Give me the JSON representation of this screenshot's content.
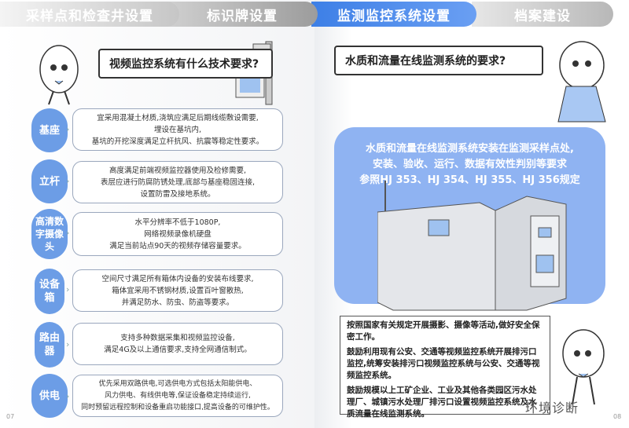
{
  "tabs": [
    "采样点和检查井设置",
    "标识牌设置",
    "监测监控系统设置",
    "档案建设"
  ],
  "active_tab": "监测监控系统设置",
  "left": {
    "question": "视频监控系统有什么技术要求?",
    "items": [
      {
        "label": "基座",
        "lines": [
          "宜采用混凝土材质,浇筑应满足后期线缆敷设需要,",
          "埋设在基坑内,",
          "基坑的开挖深度满足立杆抗风、抗震等稳定性要求。"
        ]
      },
      {
        "label": "立杆",
        "lines": [
          "高度满足前端视频监控器使用及检修需要,",
          "表层应进行防腐防锈处理,底部与基座稳固连接,",
          "设置防雷及接地系统。"
        ]
      },
      {
        "label": "高清数字摄像头",
        "lines": [
          "水平分辨率不低于1080P,",
          "网络视频录像机硬盘",
          "满足当前站点90天的视频存储容量要求。"
        ]
      },
      {
        "label": "设备箱",
        "lines": [
          "空间尺寸满足所有箱体内设备的安装布线要求,",
          "箱体宜采用不锈钢材质,设置百叶窗散热,",
          "并满足防水、防虫、防盗等要求。"
        ]
      },
      {
        "label": "路由器",
        "lines": [
          "支持多种数据采集和视频监控设备,",
          "满足4G及以上通信要求,支持全网通信制式。"
        ]
      },
      {
        "label": "供电",
        "lines": [
          "优先采用双路供电,可选供电方式包括太阳能供电、",
          "风力供电、有线供电等,保证设备稳定持续运行,",
          "同时预留远程控制和设备重启功能接口,提高设备的可维护性。"
        ]
      }
    ],
    "page_number": "07"
  },
  "right": {
    "question": "水质和流量在线监测系统的要求?",
    "blue_lines": [
      "水质和流量在线监测系统安装在监测采样点处,",
      "安装、验收、运行、数据有效性判别等要求",
      "参照HJ 353、HJ 354、HJ 355、HJ 356规定"
    ],
    "paragraphs": [
      "按照国家有关规定开展摄影、摄像等活动,做好安全保密工作。",
      "鼓励利用现有公安、交通等视频监控系统开展排污口监控,统筹安装排污口视频监控系统与公安、交通等视频监控系统。",
      "鼓励规模以上工矿企业、工业及其他各类园区污水处理厂、城镇污水处理厂排污口设置视频监控系统及水质流量在线监测系统。"
    ],
    "watermark": "环境诊断",
    "page_number": "08"
  }
}
